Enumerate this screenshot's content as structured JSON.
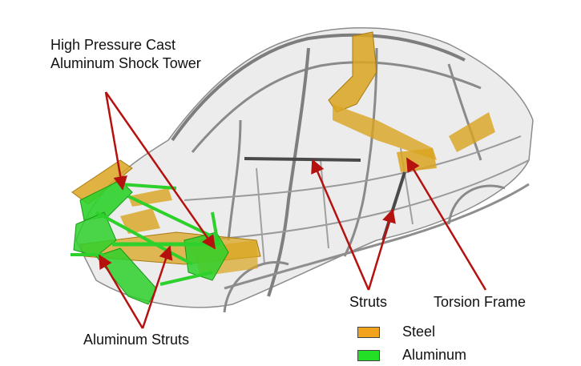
{
  "labels": {
    "shock_tower_line1": "High Pressure Cast",
    "shock_tower_line2": "Aluminum Shock Tower",
    "aluminum_struts": "Aluminum Struts",
    "struts": "Struts",
    "torsion_frame": "Torsion Frame"
  },
  "legend": {
    "items": [
      {
        "label": "Steel",
        "color": "#f2a31c"
      },
      {
        "label": "Aluminum",
        "color": "#23e026"
      }
    ]
  },
  "colors": {
    "arrow": "#b5120f",
    "body_frame": "#9a9a9a",
    "steel": "#d9a520",
    "aluminum": "#2ed12c"
  }
}
